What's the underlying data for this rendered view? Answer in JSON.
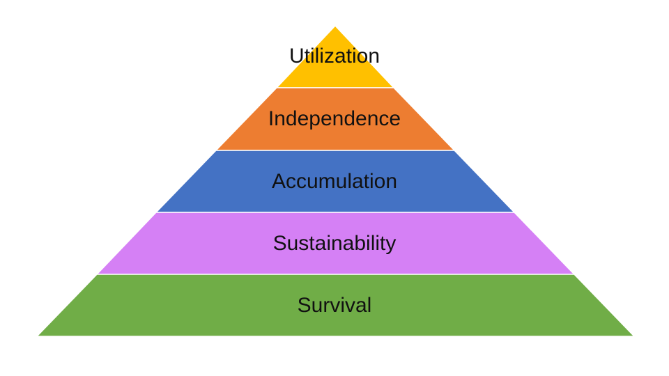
{
  "diagram": {
    "tiers": [
      {
        "label": "Utilization",
        "color": "#FFC000"
      },
      {
        "label": "Independence",
        "color": "#ED7D31"
      },
      {
        "label": "Accumulation",
        "color": "#4472C4"
      },
      {
        "label": "Sustainability",
        "color": "#D580F5"
      },
      {
        "label": "Survival",
        "color": "#70AD47"
      }
    ]
  }
}
